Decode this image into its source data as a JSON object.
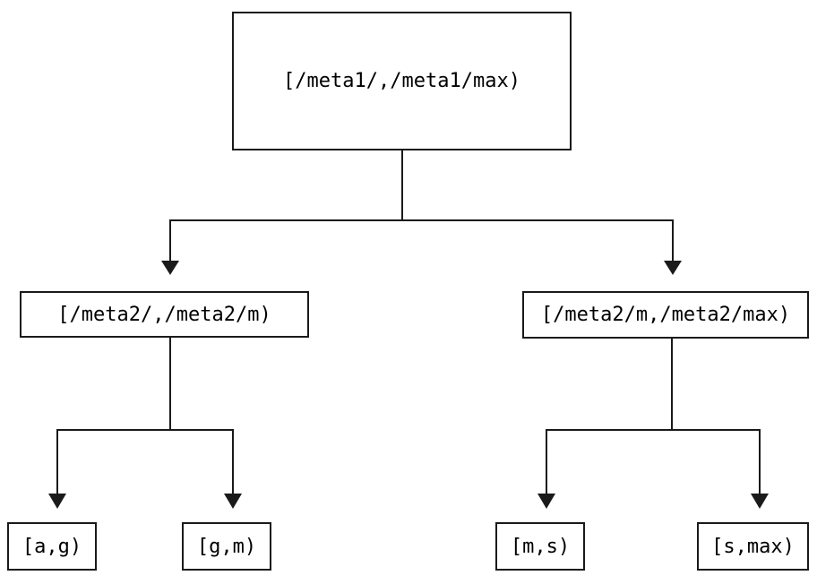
{
  "diagram": {
    "type": "tree",
    "colors": {
      "line": "#1a1a1a",
      "box_border": "#1a1a1a",
      "box_fill": "#ffffff",
      "background": "#ffffff",
      "text": "#000000"
    },
    "nodes": {
      "root": {
        "label": "[/meta1/,/meta1/max)"
      },
      "meta2_low": {
        "label": "[/meta2/,/meta2/m)"
      },
      "meta2_high": {
        "label": "[/meta2/m,/meta2/max)"
      },
      "leaf_ag": {
        "label": "[a,g)"
      },
      "leaf_gm": {
        "label": "[g,m)"
      },
      "leaf_ms": {
        "label": "[m,s)"
      },
      "leaf_smax": {
        "label": "[s,max)"
      }
    },
    "edges": [
      {
        "from": "root",
        "to": "meta2_low"
      },
      {
        "from": "root",
        "to": "meta2_high"
      },
      {
        "from": "meta2_low",
        "to": "leaf_ag"
      },
      {
        "from": "meta2_low",
        "to": "leaf_gm"
      },
      {
        "from": "meta2_high",
        "to": "leaf_ms"
      },
      {
        "from": "meta2_high",
        "to": "leaf_smax"
      }
    ]
  }
}
